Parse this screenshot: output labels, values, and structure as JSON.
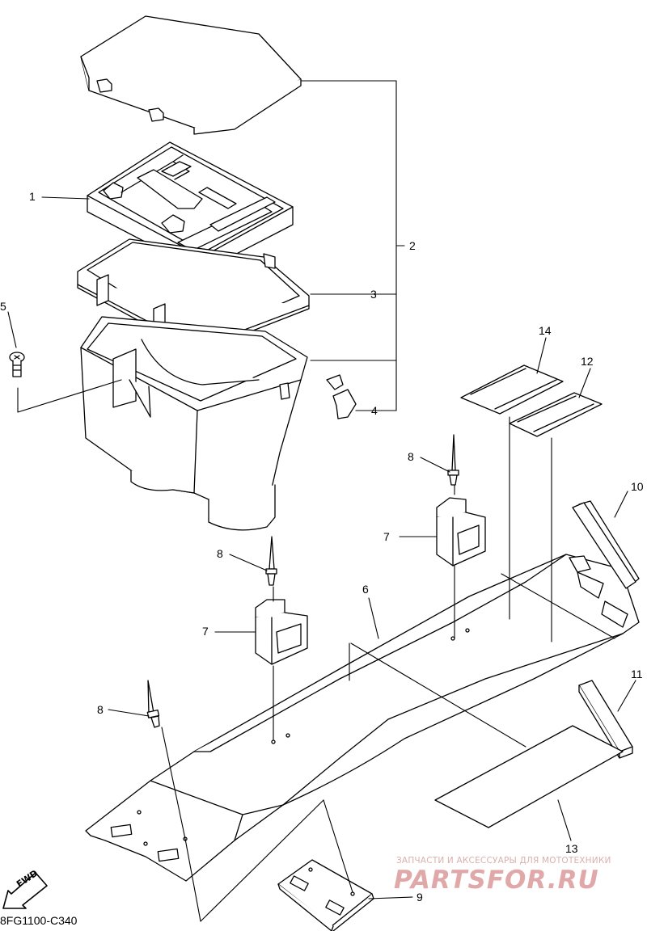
{
  "diagram": {
    "code": "8FG1100-C340",
    "fwd_label": "FWD",
    "callouts": {
      "c1": "1",
      "c2": "2",
      "c3": "3",
      "c4": "4",
      "c5": "5",
      "c6": "6",
      "c7a": "7",
      "c7b": "7",
      "c8a": "8",
      "c8b": "8",
      "c8c": "8",
      "c9": "9",
      "c10": "10",
      "c11": "11",
      "c12": "12",
      "c13": "13",
      "c14": "14"
    },
    "watermark": {
      "top": "ЗАПЧАСТИ И АКСЕССУАРЫ ДЛЯ МОТОТЕХНИКИ",
      "logo": "PARTSFOR.RU",
      "color": "#e0a8a8"
    }
  }
}
